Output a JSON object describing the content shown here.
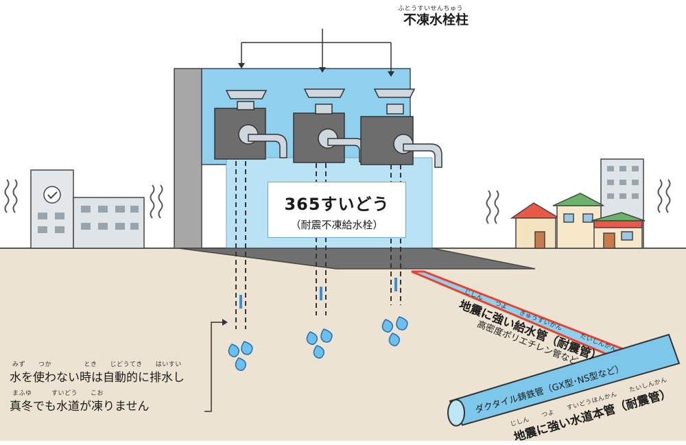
{
  "title": {
    "ruby": "ふとうすいせんちゅう",
    "text": "不凍水栓柱"
  },
  "sign": {
    "main": "365すいどう",
    "sub": "（耐震不凍給水栓）"
  },
  "supply_pipe": {
    "ruby": "じしん　　つよ　　きゅうすいかん　　　たいしんかん",
    "label": "地震に強い給水管（耐震管）",
    "material": "高密度ポリエチレン管など"
  },
  "main_pipe": {
    "ruby": "じしん　　つよ　　すいどうほんかん　　たいしんかん",
    "label": "地震に強い水道本管（耐震管）",
    "material": "ダクタイル鋳鉄管（GX型･NS型など）"
  },
  "drain_note": {
    "line1_ruby": "みず　　つか　　　　　とき　　じどうてき　　はいすい",
    "line1": "水を使わない時は自動的に排水し",
    "line2_ruby": "まふゆ　　　すいどう　　こお",
    "line2": "真冬でも水道が凍りません"
  },
  "colors": {
    "sky_blue": "#8fd0ef",
    "pipe_red": "#e8412c",
    "pipe_blue": "#7cc7ea",
    "ground": "#ede3d2",
    "pillar_gray": "#a7a7a7"
  }
}
